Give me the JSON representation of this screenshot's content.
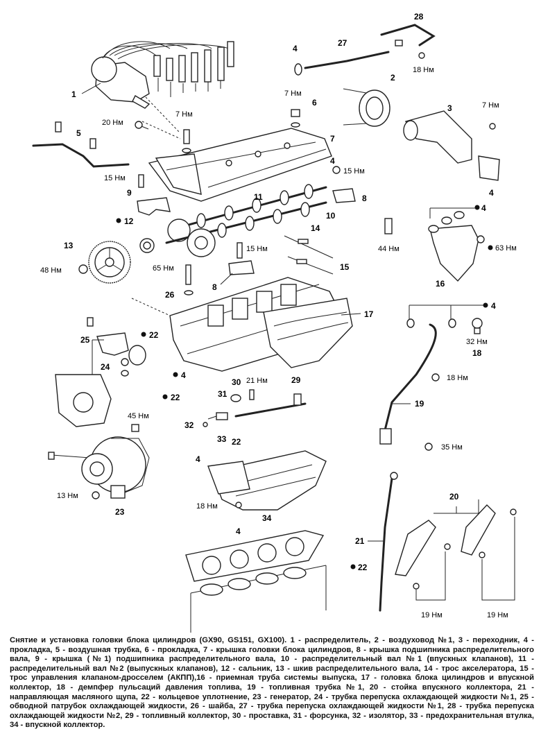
{
  "labels": {
    "n1": "1",
    "n2": "2",
    "n3": "3",
    "n4a": "4",
    "n4b": "4",
    "n4c": "4",
    "n4d": "4",
    "n4e": "4",
    "n4f": "4",
    "n4g": "4",
    "n4h": "4",
    "n5": "5",
    "n6": "6",
    "n7": "7",
    "n8a": "8",
    "n8b": "8",
    "n9": "9",
    "n10": "10",
    "n11": "11",
    "n12": "12",
    "n13": "13",
    "n14": "14",
    "n15": "15",
    "n16": "16",
    "n17": "17",
    "n18": "18",
    "n19": "19",
    "n20": "20",
    "n21": "21",
    "n22a": "22",
    "n22b": "22",
    "n22c": "22",
    "n22d": "22",
    "n23": "23",
    "n24": "24",
    "n25": "25",
    "n26": "26",
    "n27": "27",
    "n28": "28",
    "n29": "29",
    "n30": "30",
    "n31": "31",
    "n32": "32",
    "n33": "33",
    "n34": "34",
    "t20": "20 Нм",
    "t7a": "7 Нм",
    "t7b": "7 Нм",
    "t7c": "7 Нм",
    "t15a": "15 Нм",
    "t15b": "15 Нм",
    "t15c": "15 Нм",
    "t18a": "18 Нм",
    "t18b": "18 Нм",
    "t18c": "18 Нм",
    "t44": "44 Нм",
    "t63": "63 Нм",
    "t48": "48 Нм",
    "t65": "65 Нм",
    "t32": "32 Нм",
    "t21": "21 Нм",
    "t45": "45 Нм",
    "t35": "35 Нм",
    "t13": "13 Нм",
    "t19a": "19 Нм",
    "t19b": "19 Нм"
  },
  "caption": "Снятие и установка головки блока цилиндров (GX90, GS151, GX100). 1 - распределитель, 2 - воздуховод №1, 3 - переходник, 4 - прокладка, 5 - воздушная трубка, 6 - прокладка, 7 - крышка головки блока цилиндров, 8 - крышка подшипника распределительного вала, 9 - крышка (№1) подшипника распределительного вала, 10 - распределительный вал №1 (впускных клапанов), 11 - распределительный вал №2 (выпускных клапанов), 12 - сальник, 13 - шкив распределительного вала, 14 - трос акселератора, 15 - трос управления клапаном-дросселем (АКПП),16 - приемная труба системы выпуска, 17 - головка блока цилиндров и впускной коллектор, 18 - демпфер пульсаций давления топлива, 19 - топливная трубка №1, 20 - стойка впускного коллектора, 21 - направляющая масляного щупа, 22 - кольцевое уплотнение, 23 - генератор, 24 - трубка перепуска охлаждающей жидкости №1, 25 - обводной патрубок охлаждающей жидкости, 26 - шайба, 27 - трубка перепуска охлаждающей жидкости №1, 28 - трубка перепуска охлаждающей жидкости №2, 29 - топливный коллектор, 30 - проставка, 31 - форсунка, 32 - изолятор, 33 - предохранительная втулка, 34 - впускной коллектор."
}
